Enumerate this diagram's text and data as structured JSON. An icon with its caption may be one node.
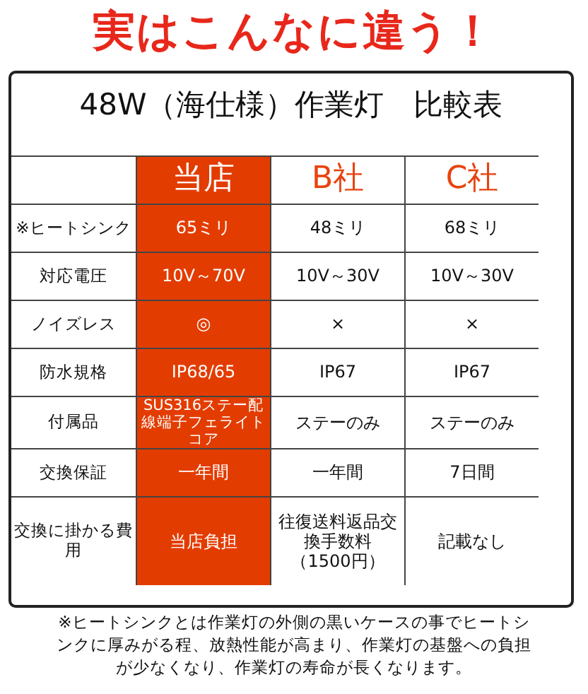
{
  "diagram": {
    "title": "実はこんなに違う！",
    "caption": "※ヒートシンクとは作業灯の外側の黒いケースの事でヒートシンクに厚みがる程、放熱性能が高まり、作業灯の基盤への負担が少なくなり、作業灯の寿命が長くなります。",
    "labels": [
      "48W（海仕様）作業灯　比較表",
      "当店",
      "B社",
      "C社",
      "※ヒートシンク",
      "65ミリ",
      "48ミリ",
      "68ミリ",
      "対応電圧",
      "10V～70V",
      "10V～30V",
      "10V～30V",
      "ノイズレス",
      "◎",
      "×",
      "×",
      "防水規格",
      "IP68/65",
      "IP67",
      "IP67",
      "付属品",
      "SUS316ステー配線端子フェライトコア",
      "ステーのみ",
      "ステーのみ",
      "交換保証",
      "一年間",
      "一年間",
      "7日間",
      "交換に掛かる費用",
      "当店負担",
      "往復送料返品交換手数料（1500円）",
      "記載なし"
    ]
  }
}
